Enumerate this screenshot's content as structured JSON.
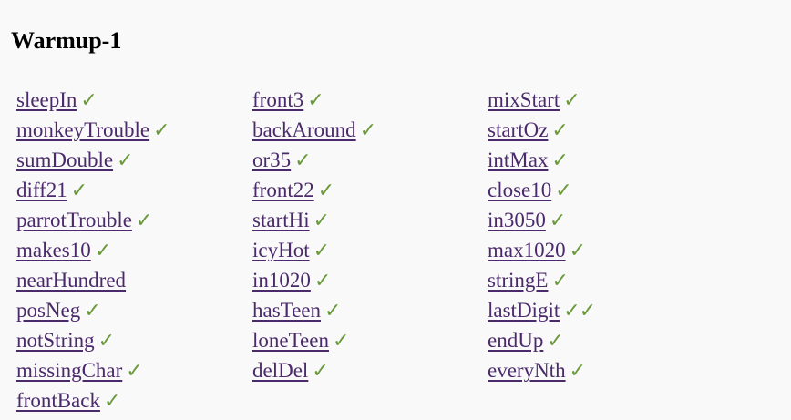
{
  "page": {
    "title": "Warmup-1"
  },
  "colors": {
    "link": "#4b2a6b",
    "check": "#6a9a3c",
    "background": "#f9f9f9"
  },
  "check_icon": "check-icon",
  "columns": [
    [
      {
        "name": "sleepIn",
        "checks": "✓"
      },
      {
        "name": "monkeyTrouble",
        "checks": "✓"
      },
      {
        "name": "sumDouble",
        "checks": "✓"
      },
      {
        "name": "diff21",
        "checks": "✓"
      },
      {
        "name": "parrotTrouble",
        "checks": "✓"
      },
      {
        "name": "makes10",
        "checks": "✓"
      },
      {
        "name": "nearHundred",
        "checks": ""
      },
      {
        "name": "posNeg",
        "checks": "✓"
      },
      {
        "name": "notString",
        "checks": "✓"
      },
      {
        "name": "missingChar",
        "checks": "✓"
      },
      {
        "name": "frontBack",
        "checks": "✓"
      }
    ],
    [
      {
        "name": "front3",
        "checks": "✓"
      },
      {
        "name": "backAround",
        "checks": "✓"
      },
      {
        "name": "or35",
        "checks": "✓"
      },
      {
        "name": "front22",
        "checks": "✓"
      },
      {
        "name": "startHi",
        "checks": "✓"
      },
      {
        "name": "icyHot",
        "checks": "✓"
      },
      {
        "name": "in1020",
        "checks": "✓"
      },
      {
        "name": "hasTeen",
        "checks": "✓"
      },
      {
        "name": "loneTeen",
        "checks": "✓"
      },
      {
        "name": "delDel",
        "checks": "✓"
      }
    ],
    [
      {
        "name": "mixStart",
        "checks": "✓"
      },
      {
        "name": "startOz",
        "checks": "✓"
      },
      {
        "name": "intMax",
        "checks": "✓"
      },
      {
        "name": "close10",
        "checks": "✓"
      },
      {
        "name": "in3050",
        "checks": "✓"
      },
      {
        "name": "max1020",
        "checks": "✓"
      },
      {
        "name": "stringE",
        "checks": "✓"
      },
      {
        "name": "lastDigit",
        "checks": "✓✓"
      },
      {
        "name": "endUp",
        "checks": "✓"
      },
      {
        "name": "everyNth",
        "checks": "✓"
      }
    ]
  ]
}
